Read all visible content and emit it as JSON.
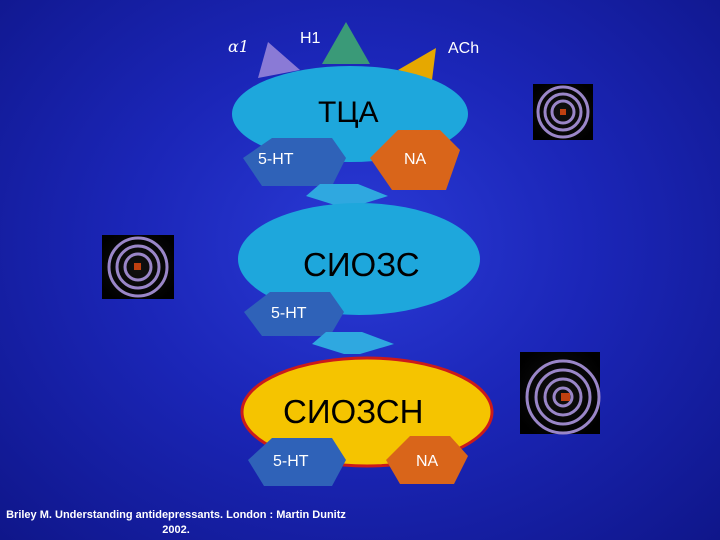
{
  "receptors": {
    "alpha1": "α1",
    "h1": "H1",
    "ach": "ACh"
  },
  "groups": {
    "tca": {
      "label": "ТЦА",
      "left": "5-HT",
      "right": "NA"
    },
    "ssri": {
      "label": "СИОЗС",
      "left": "5-HT"
    },
    "snri": {
      "label": "СИОЗСН",
      "left": "5-HT",
      "right": "NA"
    }
  },
  "citation": "Briley M. Understanding antidepressants. London : Martin Dunitz 2002.",
  "colors": {
    "background": "#1b26b8",
    "ellipse_blue": "#1ea7dc",
    "ellipse_yellow": "#f5c400",
    "ellipse_border_red": "#cc1a1a",
    "tab_5ht": "#2f62b8",
    "tab_na": "#d9651a",
    "alpha1_triangle": "#8a7ad6",
    "h1_triangle": "#3a9a78",
    "ach_triangle": "#e6a800",
    "arrow": "#2fa8e0"
  },
  "icons": [
    "target-icon",
    "arrow-down-icon"
  ]
}
